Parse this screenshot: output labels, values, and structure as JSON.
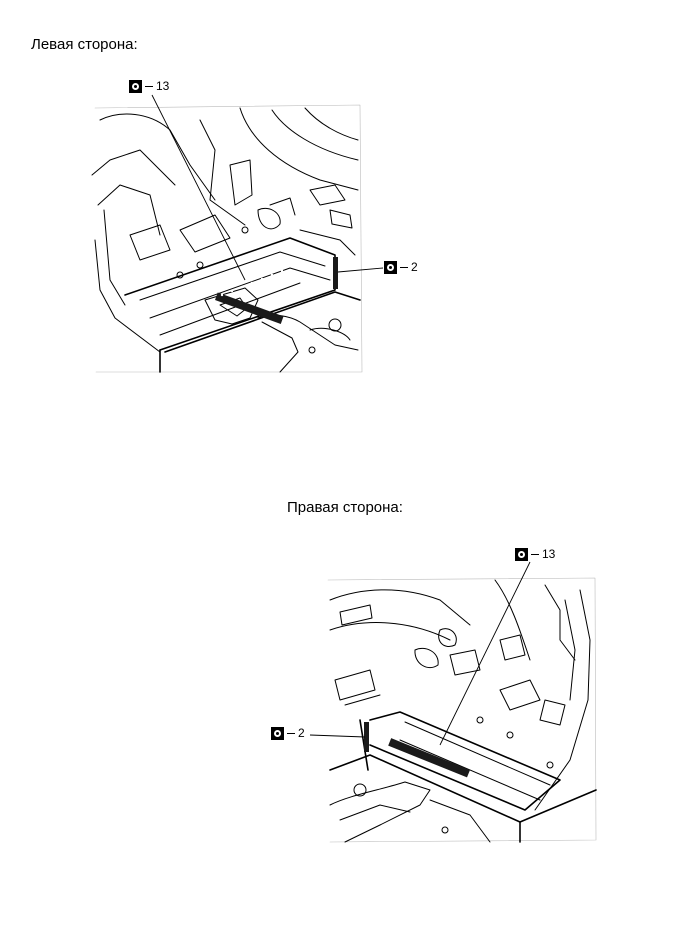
{
  "sections": {
    "left": {
      "title": "Левая сторона:",
      "callouts": [
        {
          "icon": "spot-weld-icon",
          "count": "13"
        },
        {
          "icon": "spot-weld-icon",
          "count": "2"
        }
      ]
    },
    "right": {
      "title": "Правая сторона:",
      "callouts": [
        {
          "icon": "spot-weld-icon",
          "count": "13"
        },
        {
          "icon": "spot-weld-icon",
          "count": "2"
        }
      ]
    }
  },
  "colors": {
    "line": "#000000",
    "weld_strip": "#1a1a1a",
    "background": "#ffffff"
  }
}
